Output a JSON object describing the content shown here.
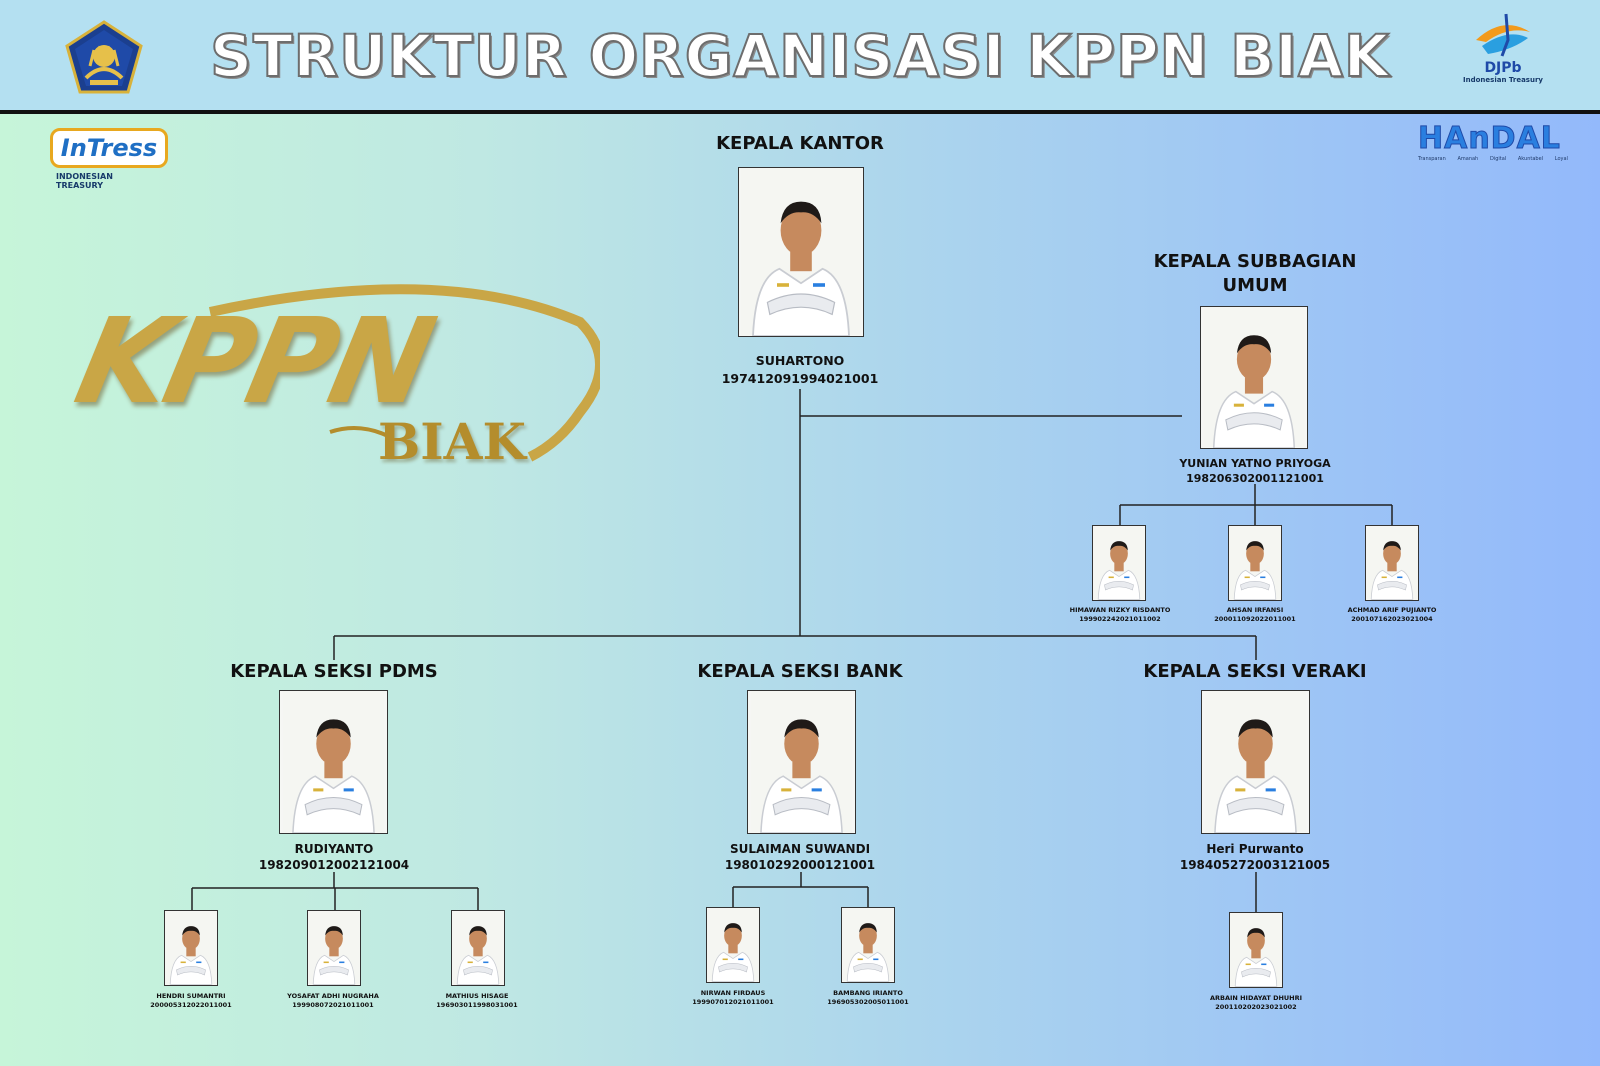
{
  "header": {
    "title": "STRUKTUR ORGANISASI KPPN BIAK",
    "left_logo": "kemenkeu-emblem-icon",
    "right_logo": {
      "name": "djpb-logo-icon",
      "text": "DJPb",
      "subtext": "Indonesian Treasury"
    }
  },
  "side_logos": {
    "intress": {
      "text": "InTress",
      "subtext": "INDONESIAN TREASURY"
    },
    "handal": {
      "text": "HAnDAL",
      "subwords": [
        "Transparan",
        "Amanah",
        "Digital",
        "Akuntabel",
        "Loyal"
      ]
    },
    "kppn": {
      "text": "KPPN",
      "subtext": "BIAK"
    }
  },
  "org": {
    "head": {
      "role": "KEPALA KANTOR",
      "name": "SUHARTONO",
      "nip": "197412091994021001"
    },
    "subbagian": {
      "role_line1": "KEPALA SUBBAGIAN",
      "role_line2": "UMUM",
      "name": "YUNIAN YATNO PRIYOGA",
      "nip": "198206302001121001",
      "staff": [
        {
          "name": "HIMAWAN RIZKY RISDANTO",
          "nip": "199902242021011002"
        },
        {
          "name": "AHSAN IRFANSI",
          "nip": "200011092022011001"
        },
        {
          "name": "ACHMAD ARIF PUJIANTO",
          "nip": "200107162023021004"
        }
      ]
    },
    "pdms": {
      "role": "KEPALA SEKSI PDMS",
      "name": "RUDIYANTO",
      "nip": "198209012002121004",
      "staff": [
        {
          "name": "HENDRI SUMANTRI",
          "nip": "200005312022011001"
        },
        {
          "name": "YOSAFAT ADHI NUGRAHA",
          "nip": "199908072021011001"
        },
        {
          "name": "MATHIUS HISAGE",
          "nip": "196903011998031001"
        }
      ]
    },
    "bank": {
      "role": "KEPALA SEKSI BANK",
      "name": "SULAIMAN SUWANDI",
      "nip": "198010292000121001",
      "staff": [
        {
          "name": "NIRWAN FIRDAUS",
          "nip": "199907012021011001"
        },
        {
          "name": "BAMBANG IRIANTO",
          "nip": "196905302005011001"
        }
      ]
    },
    "veraki": {
      "role": "KEPALA SEKSI VERAKI",
      "name": "Heri Purwanto",
      "nip": "198405272003121005",
      "staff": [
        {
          "name": "ARBAIN HIDAYAT DHUHRI",
          "nip": "200110202023021002"
        }
      ]
    }
  }
}
